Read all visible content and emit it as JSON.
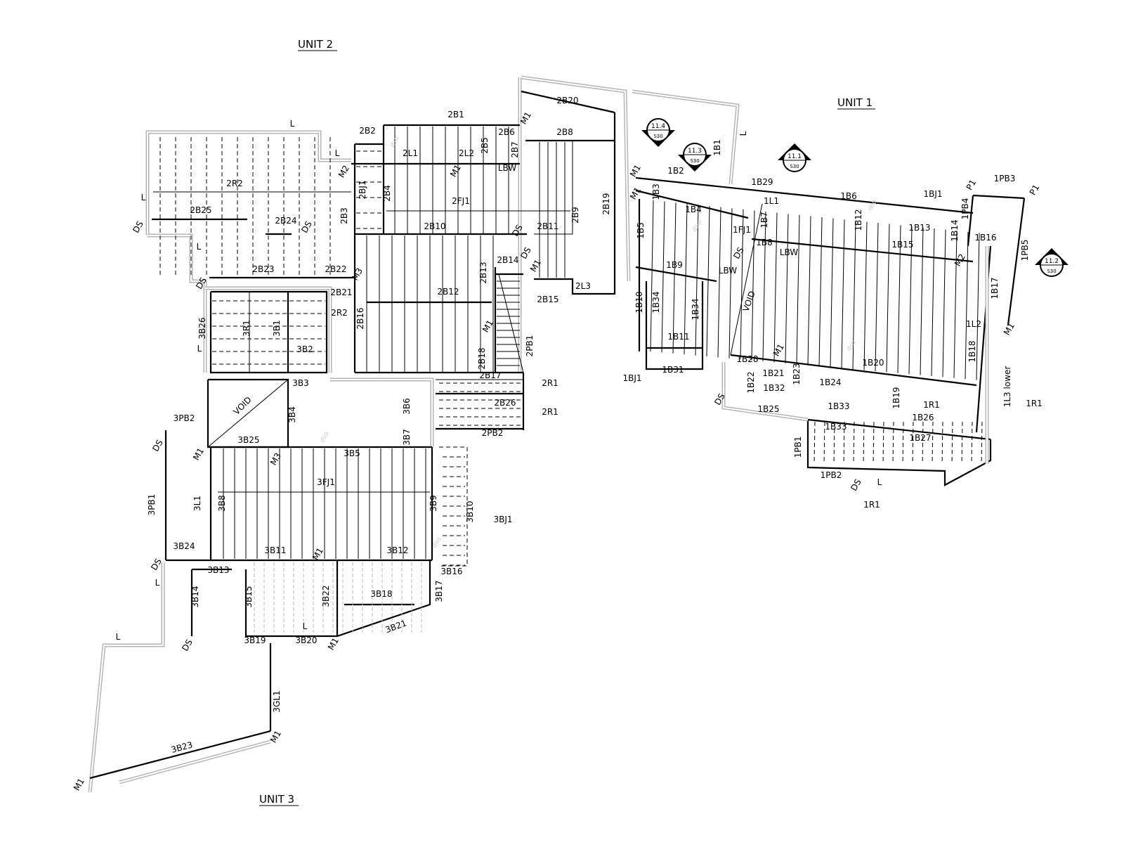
{
  "titles": {
    "unit2": "UNIT 2",
    "unit1": "UNIT 1",
    "unit3": "UNIT 3"
  },
  "unit2_labels": [
    "2B1",
    "2B2",
    "2B6",
    "2B5",
    "2B7",
    "2B8",
    "2B20",
    "2L1",
    "2L2",
    "LBW",
    "2R2",
    "2B25",
    "2B24",
    "2BJ1",
    "2B4",
    "2B3",
    "2FJ1",
    "2B9",
    "2B19",
    "2B10",
    "2B11",
    "2B23",
    "2B22",
    "2B21",
    "2B14",
    "2B13",
    "2B12",
    "2L3",
    "2B15",
    "2R2",
    "2B16",
    "2PB1",
    "2B18",
    "2B17",
    "2R1",
    "2B26",
    "2R1",
    "2PB2",
    "L",
    "L",
    "L",
    "L",
    "M1",
    "M1",
    "M1",
    "M2",
    "M1",
    "DS",
    "DS",
    "DS",
    "M3",
    "DS",
    "DS"
  ],
  "unit3_labels": [
    "3B26",
    "3R1",
    "3B1",
    "3B2",
    "3B3",
    "VOID",
    "3PB2",
    "3B4",
    "3B6",
    "3B7",
    "3B25",
    "3B5",
    "3FJ1",
    "3L1",
    "3B8",
    "3PB1",
    "3B9",
    "3B10",
    "3BJ1",
    "3B24",
    "3B11",
    "3B12",
    "3B16",
    "3B13",
    "3B14",
    "3B15",
    "3B22",
    "3B18",
    "3B17",
    "3B21",
    "3B19",
    "3B20",
    "3GL1",
    "3B23",
    "L",
    "L",
    "L",
    "L",
    "M1",
    "M1",
    "M1",
    "M3",
    "M1",
    "DS",
    "DS",
    "DS",
    "M1"
  ],
  "unit1_labels": [
    "1B1",
    "1B2",
    "1B3",
    "1B29",
    "1L1",
    "1B6",
    "1BJ1",
    "P1",
    "1PB3",
    "P1",
    "1B4",
    "1B7",
    "1B12",
    "1B13",
    "1PB4",
    "1B14",
    "1B5",
    "1FJ1",
    "1B16",
    "1B8",
    "1B15",
    "LBW",
    "1PB5",
    "1B9",
    "LBW",
    "1B17",
    "1B10",
    "1B34",
    "1B34",
    "VOID",
    "1L2",
    "1B11",
    "1B18",
    "1B28",
    "1B21",
    "1B23",
    "1B20",
    "1BJ1",
    "1B31",
    "1B22",
    "1B32",
    "1B24",
    "1B19",
    "1L3 lower",
    "1R1",
    "1R1",
    "1B33",
    "1B25",
    "1B26",
    "1B33",
    "1PB1",
    "1B27",
    "1PB2",
    "1R1",
    "L",
    "L",
    "M1",
    "M1",
    "M2",
    "M1",
    "DS",
    "DS",
    "DS",
    "M1"
  ],
  "section_markers": [
    {
      "num": "11.4",
      "sheet": "S30"
    },
    {
      "num": "11.3",
      "sheet": "S30"
    },
    {
      "num": "11.1",
      "sheet": "S30"
    },
    {
      "num": "11.2",
      "sheet": "S30"
    }
  ],
  "watermark": "dso"
}
